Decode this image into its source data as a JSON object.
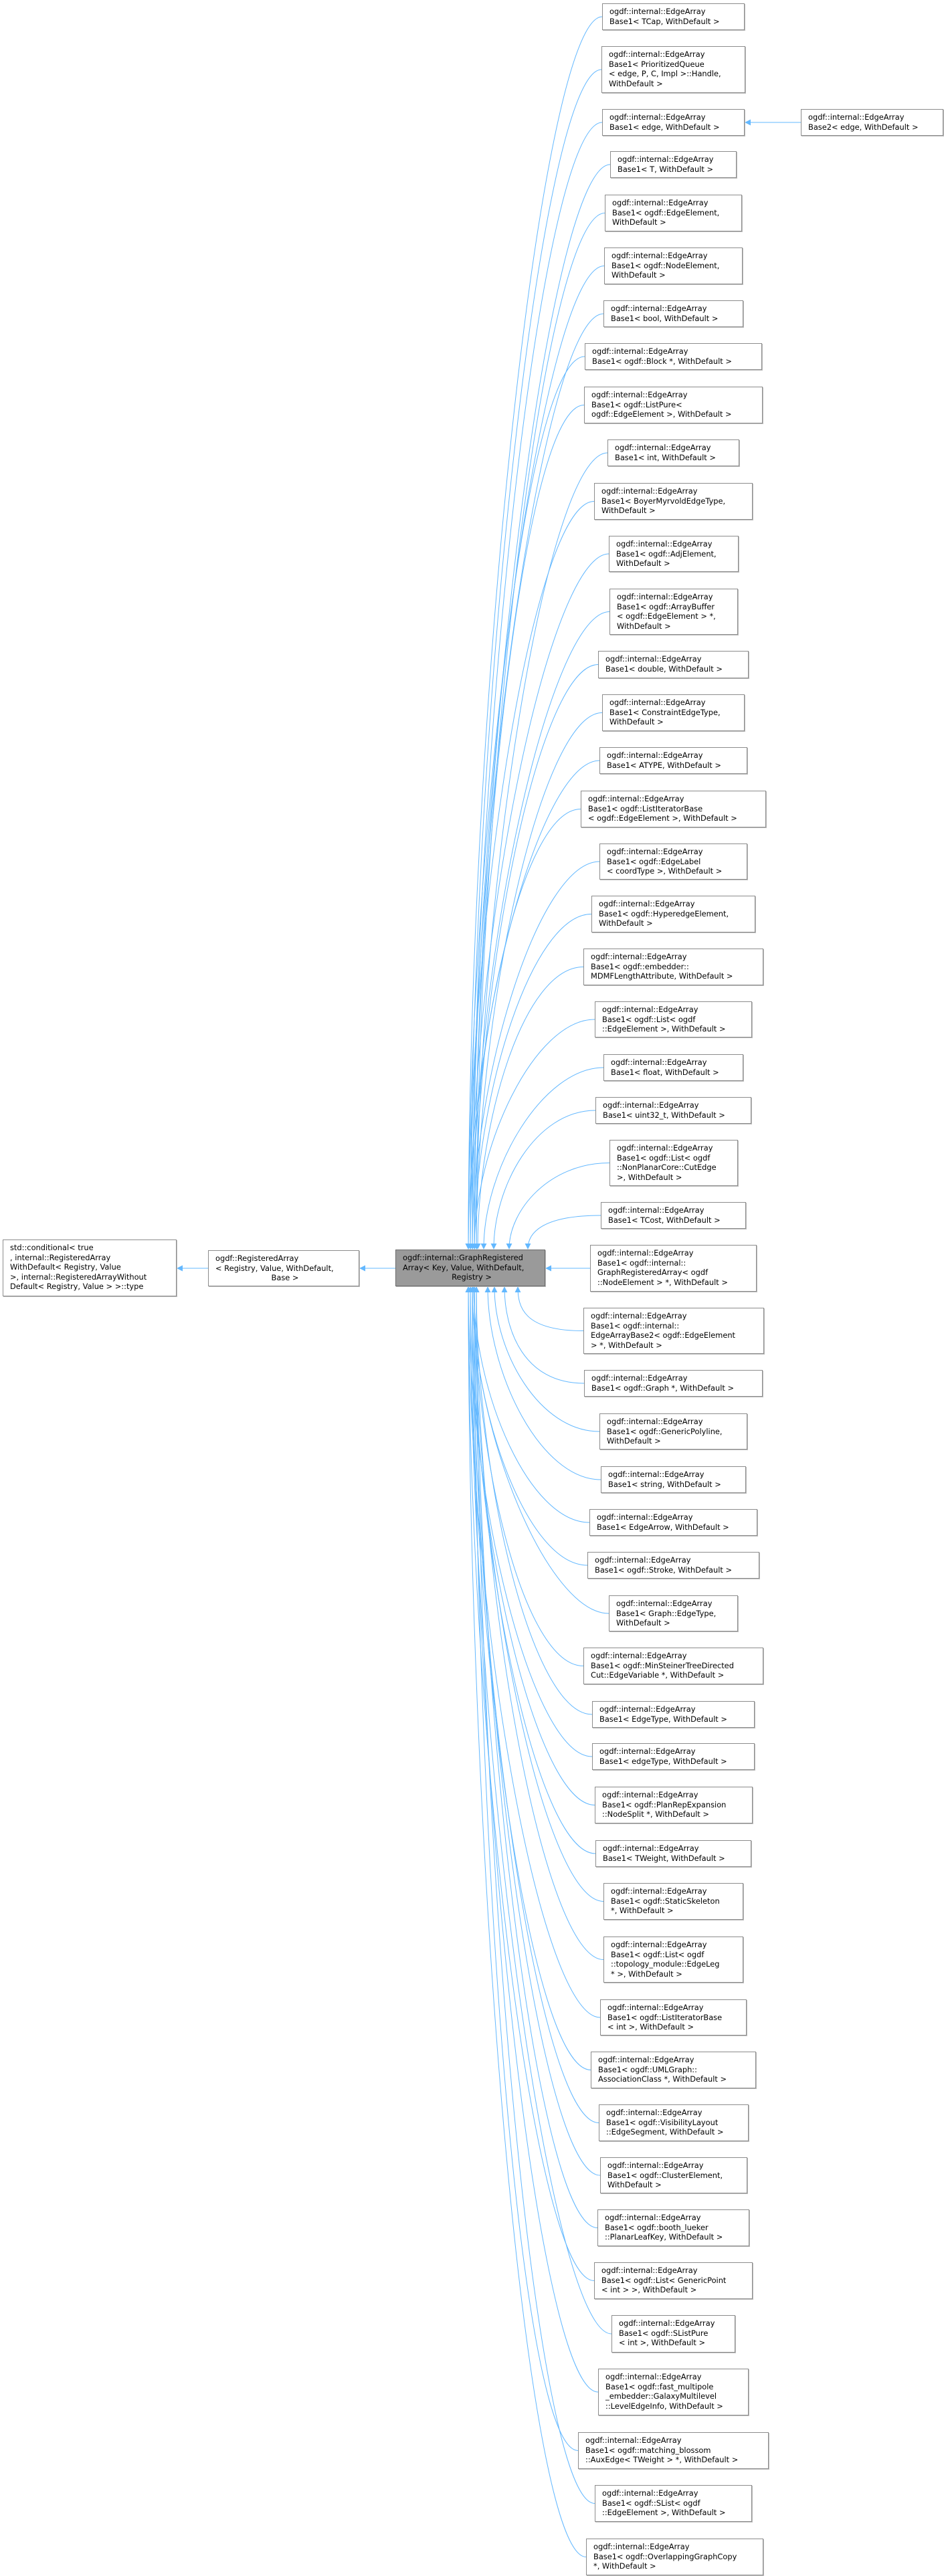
{
  "colors": {
    "edge": "#63b8ff",
    "current_fill": "#9a9a9a",
    "border": "#8c8c8c"
  },
  "ancestors": [
    {
      "id": "std-conditional",
      "lines": [
        "std::conditional< true",
        ", internal::RegisteredArray",
        "WithDefault< Registry, Value",
        " >, internal::RegisteredArrayWithout",
        "Default< Registry, Value > >::type"
      ]
    },
    {
      "id": "registered-array",
      "lines": [
        "ogdf::RegisteredArray",
        "< Registry, Value, WithDefault,",
        "Base >"
      ]
    }
  ],
  "current": {
    "id": "graph-registered-array",
    "lines": [
      "ogdf::internal::GraphRegistered",
      "Array< Key, Value, WithDefault,",
      "Registry >"
    ]
  },
  "grandchild": {
    "id": "edgearray-base2-edge",
    "lines": [
      "ogdf::internal::EdgeArray",
      "Base2< edge, WithDefault >"
    ]
  },
  "children": [
    {
      "lines": [
        "ogdf::internal::EdgeArray",
        "Base1< TCap, WithDefault >"
      ]
    },
    {
      "lines": [
        "ogdf::internal::EdgeArray",
        "Base1< PrioritizedQueue",
        "< edge, P, C, Impl >::Handle,",
        "WithDefault >"
      ]
    },
    {
      "lines": [
        "ogdf::internal::EdgeArray",
        "Base1< edge, WithDefault >"
      ]
    },
    {
      "lines": [
        "ogdf::internal::EdgeArray",
        "Base1< T, WithDefault >"
      ]
    },
    {
      "lines": [
        "ogdf::internal::EdgeArray",
        "Base1< ogdf::EdgeElement,",
        "WithDefault >"
      ]
    },
    {
      "lines": [
        "ogdf::internal::EdgeArray",
        "Base1< ogdf::NodeElement,",
        "WithDefault >"
      ]
    },
    {
      "lines": [
        "ogdf::internal::EdgeArray",
        "Base1< bool, WithDefault >"
      ]
    },
    {
      "lines": [
        "ogdf::internal::EdgeArray",
        "Base1< ogdf::Block *, WithDefault >"
      ]
    },
    {
      "lines": [
        "ogdf::internal::EdgeArray",
        "Base1< ogdf::ListPure<",
        " ogdf::EdgeElement >, WithDefault >"
      ]
    },
    {
      "lines": [
        "ogdf::internal::EdgeArray",
        "Base1< int, WithDefault >"
      ]
    },
    {
      "lines": [
        "ogdf::internal::EdgeArray",
        "Base1< BoyerMyrvoldEdgeType,",
        "WithDefault >"
      ]
    },
    {
      "lines": [
        "ogdf::internal::EdgeArray",
        "Base1< ogdf::AdjElement,",
        "WithDefault >"
      ]
    },
    {
      "lines": [
        "ogdf::internal::EdgeArray",
        "Base1< ogdf::ArrayBuffer",
        "< ogdf::EdgeElement > *,",
        "WithDefault >"
      ]
    },
    {
      "lines": [
        "ogdf::internal::EdgeArray",
        "Base1< double, WithDefault >"
      ]
    },
    {
      "lines": [
        "ogdf::internal::EdgeArray",
        "Base1< ConstraintEdgeType,",
        "WithDefault >"
      ]
    },
    {
      "lines": [
        "ogdf::internal::EdgeArray",
        "Base1< ATYPE, WithDefault >"
      ]
    },
    {
      "lines": [
        "ogdf::internal::EdgeArray",
        "Base1< ogdf::ListIteratorBase",
        "< ogdf::EdgeElement >, WithDefault >"
      ]
    },
    {
      "lines": [
        "ogdf::internal::EdgeArray",
        "Base1< ogdf::EdgeLabel",
        "< coordType >, WithDefault >"
      ]
    },
    {
      "lines": [
        "ogdf::internal::EdgeArray",
        "Base1< ogdf::HyperedgeElement,",
        "WithDefault >"
      ]
    },
    {
      "lines": [
        "ogdf::internal::EdgeArray",
        "Base1< ogdf::embedder::",
        "MDMFLengthAttribute, WithDefault >"
      ]
    },
    {
      "lines": [
        "ogdf::internal::EdgeArray",
        "Base1< ogdf::List< ogdf",
        "::EdgeElement >, WithDefault >"
      ]
    },
    {
      "lines": [
        "ogdf::internal::EdgeArray",
        "Base1< float, WithDefault >"
      ]
    },
    {
      "lines": [
        "ogdf::internal::EdgeArray",
        "Base1< uint32_t, WithDefault >"
      ]
    },
    {
      "lines": [
        "ogdf::internal::EdgeArray",
        "Base1< ogdf::List< ogdf",
        "::NonPlanarCore::CutEdge",
        ">, WithDefault >"
      ]
    },
    {
      "lines": [
        "ogdf::internal::EdgeArray",
        "Base1< TCost, WithDefault >"
      ]
    },
    {
      "lines": [
        "ogdf::internal::EdgeArray",
        "Base1< ogdf::internal::",
        "GraphRegisteredArray< ogdf",
        "::NodeElement > *, WithDefault >"
      ]
    },
    {
      "lines": [
        "ogdf::internal::EdgeArray",
        "Base1< ogdf::internal::",
        "EdgeArrayBase2< ogdf::EdgeElement",
        "> *, WithDefault >"
      ]
    },
    {
      "lines": [
        "ogdf::internal::EdgeArray",
        "Base1< ogdf::Graph *, WithDefault >"
      ]
    },
    {
      "lines": [
        "ogdf::internal::EdgeArray",
        "Base1< ogdf::GenericPolyline,",
        "WithDefault >"
      ]
    },
    {
      "lines": [
        "ogdf::internal::EdgeArray",
        "Base1< string, WithDefault >"
      ]
    },
    {
      "lines": [
        "ogdf::internal::EdgeArray",
        "Base1< EdgeArrow, WithDefault >"
      ]
    },
    {
      "lines": [
        "ogdf::internal::EdgeArray",
        "Base1< ogdf::Stroke, WithDefault >"
      ]
    },
    {
      "lines": [
        "ogdf::internal::EdgeArray",
        "Base1< Graph::EdgeType,",
        "WithDefault >"
      ]
    },
    {
      "lines": [
        "ogdf::internal::EdgeArray",
        "Base1< ogdf::MinSteinerTreeDirected",
        "Cut::EdgeVariable *, WithDefault >"
      ]
    },
    {
      "lines": [
        "ogdf::internal::EdgeArray",
        "Base1< EdgeType, WithDefault >"
      ]
    },
    {
      "lines": [
        "ogdf::internal::EdgeArray",
        "Base1< edgeType, WithDefault >"
      ]
    },
    {
      "lines": [
        "ogdf::internal::EdgeArray",
        "Base1< ogdf::PlanRepExpansion",
        "::NodeSplit *, WithDefault >"
      ]
    },
    {
      "lines": [
        "ogdf::internal::EdgeArray",
        "Base1< TWeight, WithDefault >"
      ]
    },
    {
      "lines": [
        "ogdf::internal::EdgeArray",
        "Base1< ogdf::StaticSkeleton",
        "*, WithDefault >"
      ]
    },
    {
      "lines": [
        "ogdf::internal::EdgeArray",
        "Base1< ogdf::List< ogdf",
        "::topology_module::EdgeLeg",
        "* >, WithDefault >"
      ]
    },
    {
      "lines": [
        "ogdf::internal::EdgeArray",
        "Base1< ogdf::ListIteratorBase",
        "< int >, WithDefault >"
      ]
    },
    {
      "lines": [
        "ogdf::internal::EdgeArray",
        "Base1< ogdf::UMLGraph::",
        "AssociationClass *, WithDefault >"
      ]
    },
    {
      "lines": [
        "ogdf::internal::EdgeArray",
        "Base1< ogdf::VisibilityLayout",
        "::EdgeSegment, WithDefault >"
      ]
    },
    {
      "lines": [
        "ogdf::internal::EdgeArray",
        "Base1< ogdf::ClusterElement,",
        "WithDefault >"
      ]
    },
    {
      "lines": [
        "ogdf::internal::EdgeArray",
        "Base1< ogdf::booth_lueker",
        "::PlanarLeafKey, WithDefault >"
      ]
    },
    {
      "lines": [
        "ogdf::internal::EdgeArray",
        "Base1< ogdf::List< GenericPoint",
        "< int > >, WithDefault >"
      ]
    },
    {
      "lines": [
        "ogdf::internal::EdgeArray",
        "Base1< ogdf::SListPure",
        "< int >, WithDefault >"
      ]
    },
    {
      "lines": [
        "ogdf::internal::EdgeArray",
        "Base1< ogdf::fast_multipole",
        "_embedder::GalaxyMultilevel",
        "::LevelEdgeInfo, WithDefault >"
      ]
    },
    {
      "lines": [
        "ogdf::internal::EdgeArray",
        "Base1< ogdf::matching_blossom",
        "::AuxEdge< TWeight > *, WithDefault >"
      ]
    },
    {
      "lines": [
        "ogdf::internal::EdgeArray",
        "Base1< ogdf::SList< ogdf",
        "::EdgeElement >, WithDefault >"
      ]
    },
    {
      "lines": [
        "ogdf::internal::EdgeArray",
        "Base1< ogdf::OverlappingGraphCopy",
        "*, WithDefault >"
      ]
    }
  ]
}
